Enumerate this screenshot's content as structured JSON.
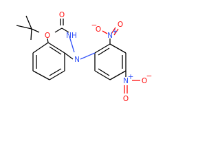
{
  "molecule": {
    "atom_colors": {
      "carbon": "#000000",
      "oxygen": "#ff0d0d",
      "nitrogen": "#3050f8"
    },
    "labels": {
      "ester_o": "O",
      "carbonyl_o": "O",
      "nh": "NH",
      "n_hydrazine": "N",
      "nitro1_n": "N",
      "nitro1_charge": "+",
      "nitro1_o_top": "O",
      "nitro1_o_side": "O",
      "nitro1_o_charge": "−",
      "nitro2_n": "N",
      "nitro2_charge": "+",
      "nitro2_o_top": "O",
      "nitro2_o_bottom": "O",
      "nitro2_o_charge": "−"
    }
  }
}
